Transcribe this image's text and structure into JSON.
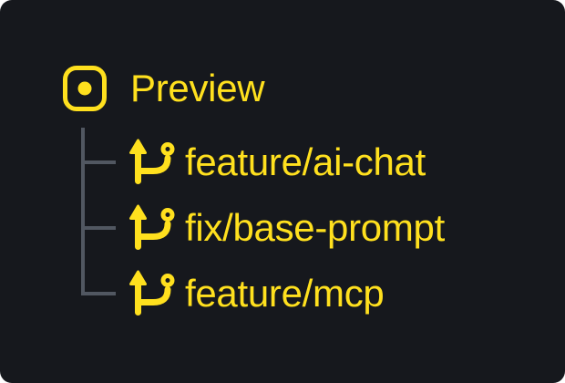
{
  "theme": {
    "page_background": "#ffffff",
    "background": "#16181d",
    "accent_yellow": "#ffe01e",
    "connector_gray": "#515761"
  },
  "tree": {
    "root": {
      "label": "Preview",
      "icon": "preview-dot-square-icon"
    },
    "branches": [
      {
        "label": "feature/ai-chat",
        "icon": "git-branch-icon"
      },
      {
        "label": "fix/base-prompt",
        "icon": "git-branch-icon"
      },
      {
        "label": "feature/mcp",
        "icon": "git-branch-icon"
      }
    ]
  }
}
